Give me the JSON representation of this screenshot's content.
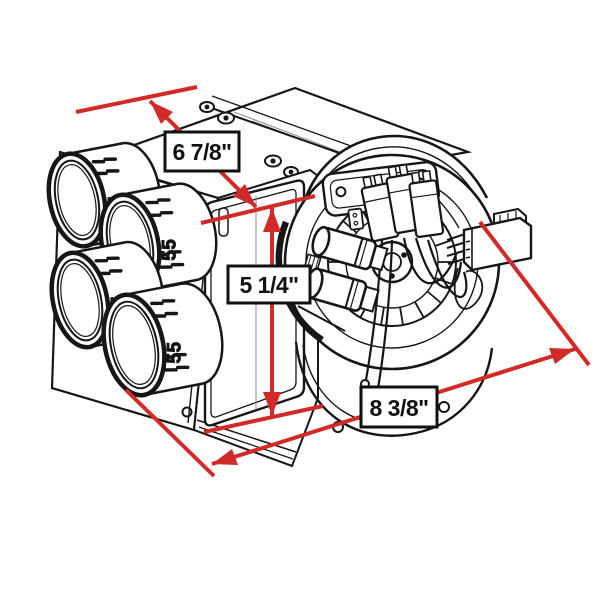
{
  "drawing": {
    "dimension_labels": {
      "width": "6 7/8\"",
      "height": "5 1/4\"",
      "depth": "8 3/8\""
    },
    "vent_marking": "55",
    "colors": {
      "annotation_red": "#d22a28",
      "line_black": "#161616",
      "background": "#ffffff"
    }
  }
}
